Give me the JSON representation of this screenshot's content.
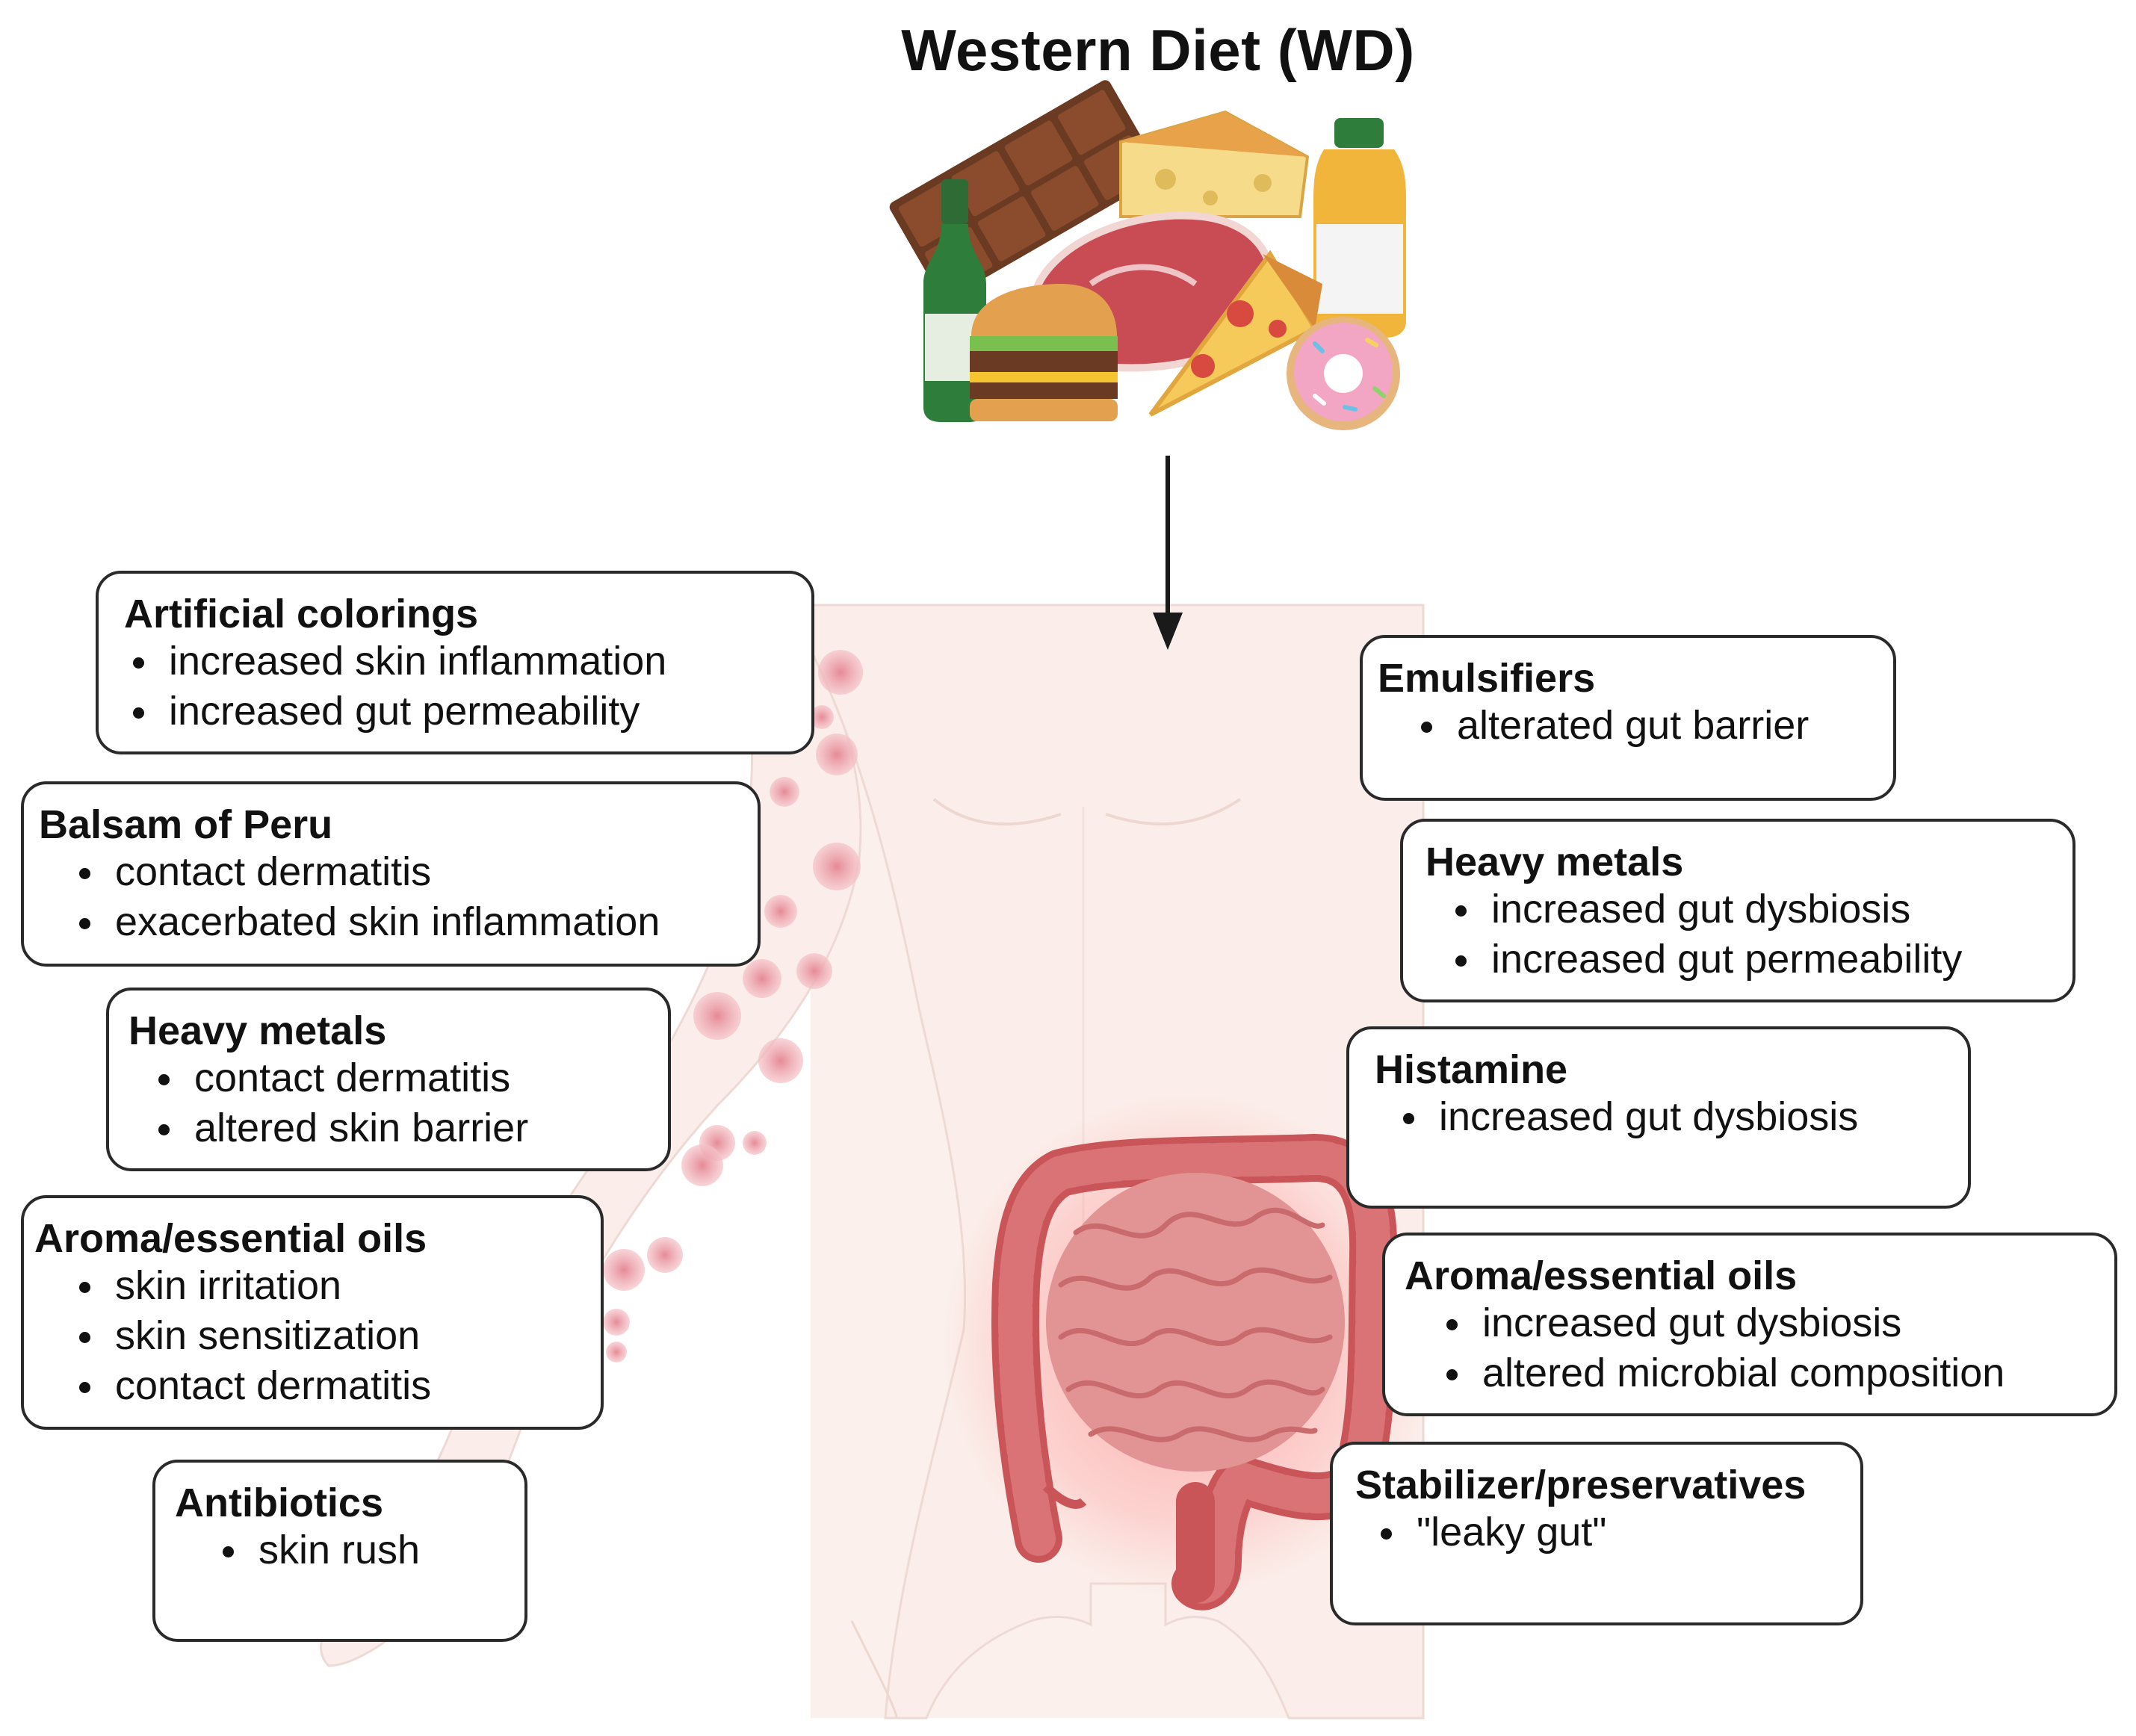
{
  "title": "Western Diet (WD)",
  "icons": {
    "food": "western-diet-foods-illustration",
    "body": "human-torso-and-arm-illustration",
    "organ": "inflamed-intestines-icon",
    "arrow": "down-arrow"
  },
  "colors": {
    "box_border": "#2a2a2a",
    "skin": "#fbeeea",
    "rash": "#eea6ae",
    "intestine": "#d8696c",
    "arrow": "#1a1a1a"
  },
  "boxes": [
    {
      "id": "artificial-colorings",
      "side": "left",
      "heading": "Artificial colorings",
      "items": [
        "increased skin inflammation",
        "increased gut permeability"
      ]
    },
    {
      "id": "balsam-of-peru",
      "side": "left",
      "heading": "Balsam of Peru",
      "items": [
        "contact dermatitis",
        "exacerbated skin inflammation"
      ]
    },
    {
      "id": "heavy-metals-skin",
      "side": "left",
      "heading": "Heavy metals",
      "items": [
        "contact dermatitis",
        "altered skin barrier"
      ]
    },
    {
      "id": "aroma-oils-skin",
      "side": "left",
      "heading": "Aroma/essential oils",
      "items": [
        "skin irritation",
        "skin sensitization",
        "contact dermatitis"
      ]
    },
    {
      "id": "antibiotics",
      "side": "left",
      "heading": "Antibiotics",
      "items": [
        "skin rush"
      ]
    },
    {
      "id": "emulsifiers",
      "side": "right",
      "heading": "Emulsifiers",
      "items": [
        "alterated gut barrier"
      ]
    },
    {
      "id": "heavy-metals-gut",
      "side": "right",
      "heading": "Heavy metals",
      "items": [
        "increased gut dysbiosis",
        "increased gut permeability"
      ]
    },
    {
      "id": "histamine",
      "side": "right",
      "heading": "Histamine",
      "items": [
        "increased gut dysbiosis"
      ]
    },
    {
      "id": "aroma-oils-gut",
      "side": "right",
      "heading": "Aroma/essential oils",
      "items": [
        "increased gut dysbiosis",
        "altered microbial composition"
      ]
    },
    {
      "id": "stabilizer-preservatives",
      "side": "right",
      "heading": "Stabilizer/preservatives",
      "items": [
        "\"leaky gut\""
      ]
    }
  ]
}
